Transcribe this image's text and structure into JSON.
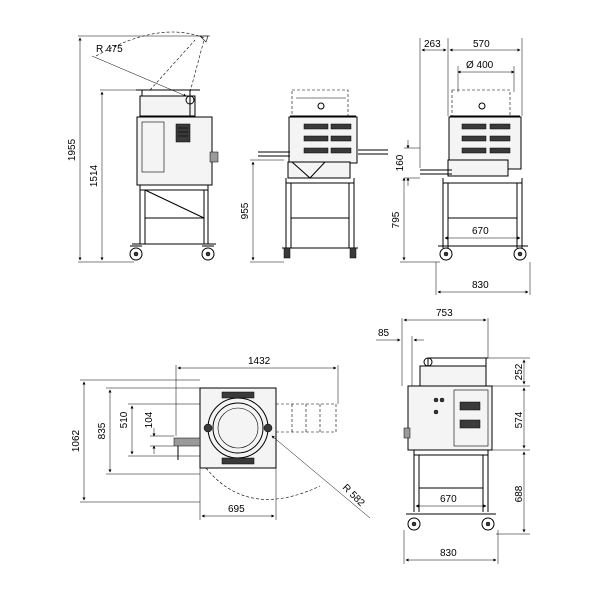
{
  "dimensions": {
    "overall_height": "1955",
    "height_1514": "1514",
    "radius_475": "R 475",
    "height_955": "955",
    "width_263": "263",
    "width_570": "570",
    "diameter_400": "Ø 400",
    "height_160": "160",
    "height_795": "795",
    "width_670_top": "670",
    "width_830_top": "830",
    "length_1432": "1432",
    "width_1062": "1062",
    "width_835": "835",
    "width_510": "510",
    "width_104": "104",
    "width_695": "695",
    "radius_582": "R 582",
    "width_753": "753",
    "width_85": "85",
    "height_252": "252",
    "height_574": "574",
    "height_688": "688",
    "width_670_bottom": "670",
    "width_830_bottom": "830"
  }
}
